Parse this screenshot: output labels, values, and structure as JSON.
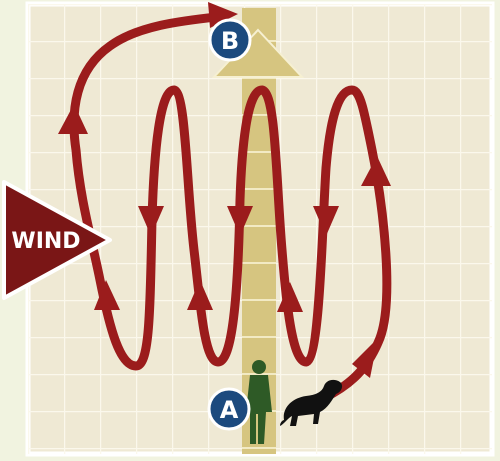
{
  "diagram": {
    "wind_label": "WIND",
    "point_a_label": "A",
    "point_b_label": "B",
    "colors": {
      "outer_background": "#f1f3e0",
      "grid_background": "#efe9d4",
      "grid_lines": "#fbf8ec",
      "center_strip": "#d6c580",
      "path": "#9b1c1c",
      "wind": "#7a1616",
      "marker_fill": "#1c4a7e",
      "handler": "#2e5a26",
      "dog": "#111111"
    }
  }
}
